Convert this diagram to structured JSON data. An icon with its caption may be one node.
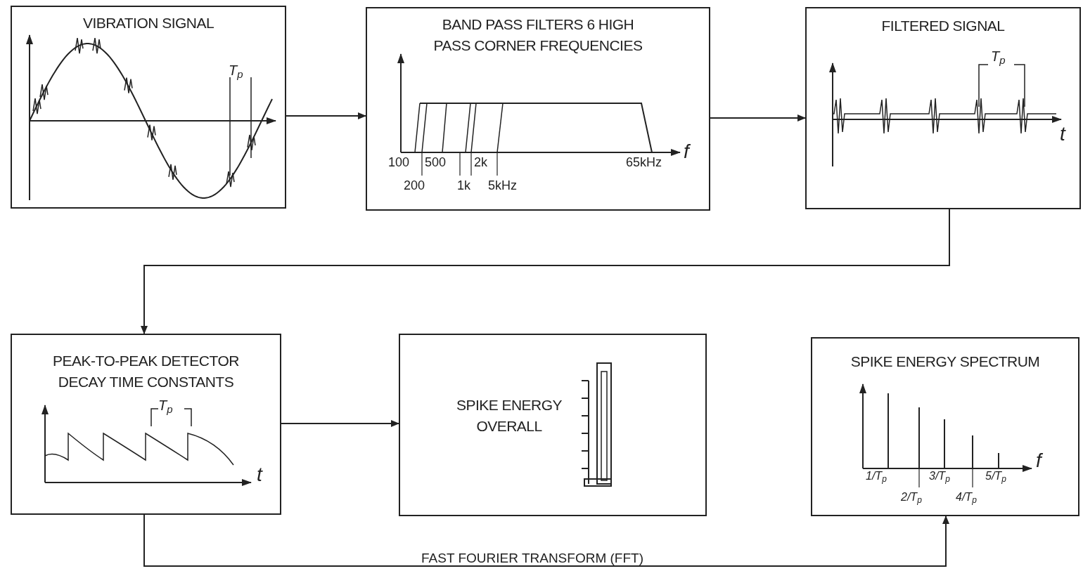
{
  "diagram": {
    "nodes": [
      {
        "text": [
          "VIBRATION SIGNAL"
        ]
      },
      {
        "text": [
          "BAND PASS FILTERS 6 HIGH PASS CORNER FREQUENCIES"
        ]
      },
      {
        "text": [
          "FILTERED SIGNAL"
        ]
      },
      {
        "text": [
          "PEAK-TO-PEAK DETECTOR DECAY TIME CONSTANTS"
        ]
      },
      {
        "text": [
          "SPIKE ENERGY OVERALL"
        ]
      },
      {
        "text": [
          "SPIKE ENERGY SPECTRUM"
        ]
      }
    ],
    "edges": [
      {
        "from": 0,
        "to": 1,
        "arrow": "to"
      },
      {
        "from": 1,
        "to": 2,
        "arrow": "to"
      },
      {
        "from": 2,
        "to": 3,
        "arrow": "to"
      },
      {
        "from": 3,
        "to": 4,
        "arrow": "to"
      },
      {
        "from": 3,
        "to": 5,
        "arrow": "to",
        "label": "FAST FOURIER TRANSFORM (FFT)"
      }
    ],
    "labels": [
      "T$_{p}$",
      "100",
      "500",
      "2k",
      "65kHz",
      "f",
      "200",
      "1k",
      "5kHz",
      "T$_{p}$",
      "t",
      "T$_{p}$",
      "t",
      "1/T$_{p}$",
      "3/T$_{p}$",
      "5/T$_{p}$",
      "f",
      "2/T$_{p}$",
      "4/T$_{p}$"
    ]
  }
}
